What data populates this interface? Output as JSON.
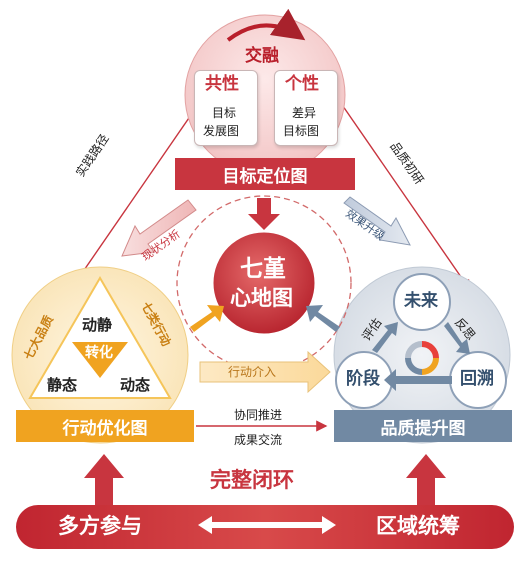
{
  "top": {
    "fusion": "交融",
    "common": {
      "title": "共性",
      "line1": "目标",
      "line2": "发展图"
    },
    "individual": {
      "title": "个性",
      "line1": "差异",
      "line2": "目标图"
    },
    "label": "目标定位图"
  },
  "center": {
    "line1": "七堇",
    "line2": "心地图"
  },
  "left": {
    "dynamic_static": "动静",
    "transform": "转化",
    "static": "静态",
    "dynamic": "动态",
    "seven_qualities": "七大品质",
    "seven_actions": "七类行动",
    "label": "行动优化图"
  },
  "right": {
    "future": "未来",
    "stage": "阶段",
    "retrace": "回溯",
    "evaluate": "评估",
    "reflect": "反思",
    "label": "品质提升图"
  },
  "edges": {
    "practice_path": "实践路径",
    "quality_research": "品质初研",
    "status_analysis": "现状分析",
    "effect_upgrade": "效果升级",
    "action_intervention": "行动介入",
    "collaborate": "协同推进",
    "result_exchange": "成果交流"
  },
  "bottom": {
    "closed_loop": "完整闭环",
    "multi_party": "多方参与",
    "regional": "区域统筹"
  },
  "colors": {
    "red": "#c8353f",
    "orange": "#f0a320",
    "steel": "#7189a3",
    "pink_bg": "#f6d5d5",
    "cream_bg": "#fcefd4",
    "blue_bg": "#dfe4ea"
  }
}
